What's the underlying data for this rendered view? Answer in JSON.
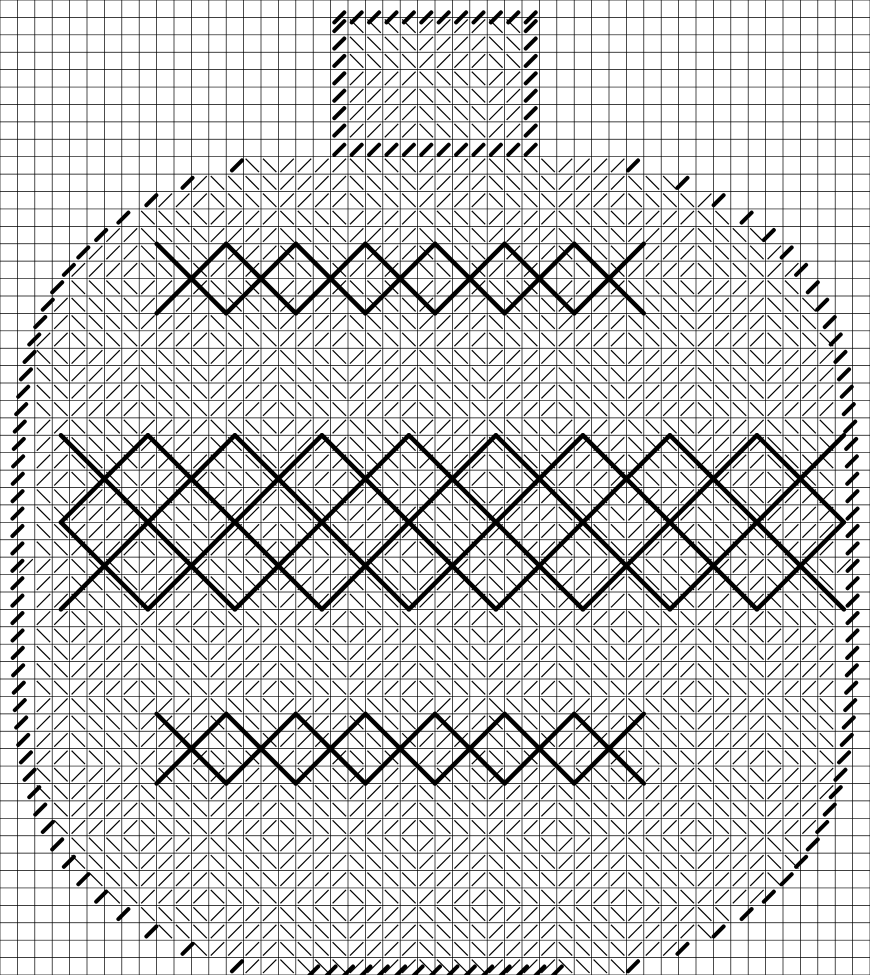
{
  "pattern": {
    "kind": "needlepoint-stitch-chart",
    "subject": "round-ornament",
    "colors": {
      "background": "#ffffff",
      "grid": "#000000",
      "stitch": "#000000"
    },
    "grid": {
      "columns": 50,
      "rows": 56,
      "cell_units": 1
    },
    "regions": {
      "cap": {
        "cols": [
          19,
          30
        ],
        "rows": [
          1,
          8
        ]
      },
      "body_rows": [
        9,
        55
      ]
    },
    "bands": [
      {
        "name": "cap-satin",
        "stitch": "diagonal-satin"
      },
      {
        "name": "shoulder-scotch",
        "stitch": "scotch"
      },
      {
        "name": "upper-cross-row",
        "stitch": "large-cross",
        "count": 7
      },
      {
        "name": "upper-diagonal",
        "stitch": "diagonal-mosaic"
      },
      {
        "name": "center-cross-rows",
        "stitch": "double-large-cross",
        "count": 9
      },
      {
        "name": "lower-diagonal",
        "stitch": "diagonal-mosaic"
      },
      {
        "name": "lower-cross-row",
        "stitch": "large-cross",
        "count": 7
      },
      {
        "name": "bottom-scotch",
        "stitch": "scotch"
      },
      {
        "name": "bottom-satin",
        "stitch": "diagonal-satin"
      }
    ],
    "border": {
      "stitch": "overcast-slant"
    }
  }
}
